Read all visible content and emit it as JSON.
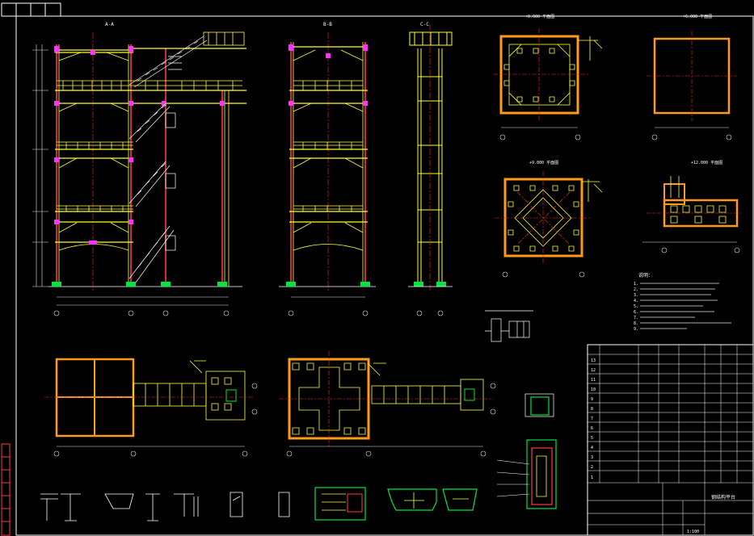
{
  "colors": {
    "background": "#000000",
    "frame": "#ffffff",
    "steel": "#ffff33",
    "column": "#ff3b3b",
    "axis": "#ff2a2a",
    "plate": "#ff9a1a",
    "bolt": "#ff33ff",
    "green": "#00e640",
    "dim": "#e6e6e6"
  },
  "icons": {
    "title_block": "drawing-title-block-table",
    "grid_marker": "axis-circle-marker"
  },
  "views": [
    {
      "name": "elevation-a",
      "title": "A-A"
    },
    {
      "name": "elevation-b",
      "title": "B-B"
    },
    {
      "name": "elevation-c",
      "title": "C-C"
    },
    {
      "name": "plan-1",
      "title": "+0.000 平面图"
    },
    {
      "name": "plan-2",
      "title": "+6.000 平面图"
    },
    {
      "name": "plan-3",
      "title": "+9.000 平面图"
    },
    {
      "name": "plan-4",
      "title": "+12.000 平面图"
    }
  ],
  "notes": {
    "heading": "说明：",
    "lines": [
      "1.",
      "2.",
      "3.",
      "4.",
      "5.",
      "6.",
      "7.",
      "8.",
      "9."
    ]
  },
  "title_block": {
    "rows": [
      "13",
      "12",
      "11",
      "10",
      "9",
      "8",
      "7",
      "6",
      "5",
      "4",
      "3",
      "2",
      "1"
    ],
    "drawing_name": "钢结构平台",
    "scale": "1:100"
  }
}
